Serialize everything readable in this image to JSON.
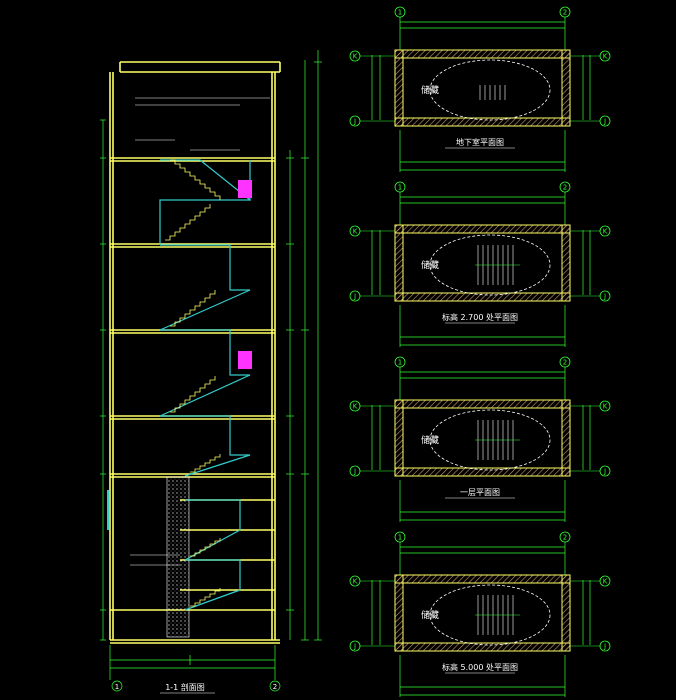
{
  "colors": {
    "background": "#000000",
    "wall": "#ffff66",
    "dim": "#33ff33",
    "stair": "#33cccc",
    "hatch": "#cc9966",
    "accent": "#ff33ff",
    "text": "#ffffff",
    "axis_bubble": "#33ff33"
  },
  "section": {
    "title": "1-1  剖面图",
    "axis_bottom_left": "1",
    "axis_bottom_right": "2"
  },
  "plans": [
    {
      "title": "地下室平面图",
      "room_label": "储藏",
      "axis_top_left": "1",
      "axis_top_right": "2",
      "axis_left_top": "K",
      "axis_left_bottom": "J",
      "axis_right_top": "K",
      "axis_right_bottom": "J"
    },
    {
      "title": "标高 2.700   处平面图",
      "room_label": "储藏",
      "axis_top_left": "1",
      "axis_top_right": "2",
      "axis_left_top": "K",
      "axis_left_bottom": "J",
      "axis_right_top": "K",
      "axis_right_bottom": "J"
    },
    {
      "title": "一层平面图",
      "room_label": "储藏",
      "axis_top_left": "1",
      "axis_top_right": "2",
      "axis_left_top": "K",
      "axis_left_bottom": "J",
      "axis_right_top": "K",
      "axis_right_bottom": "J"
    },
    {
      "title": "标高 5.000   处平面图",
      "room_label": "储藏",
      "axis_top_left": "1",
      "axis_top_right": "2",
      "axis_left_top": "K",
      "axis_left_bottom": "J",
      "axis_right_top": "K",
      "axis_right_bottom": "J"
    }
  ]
}
